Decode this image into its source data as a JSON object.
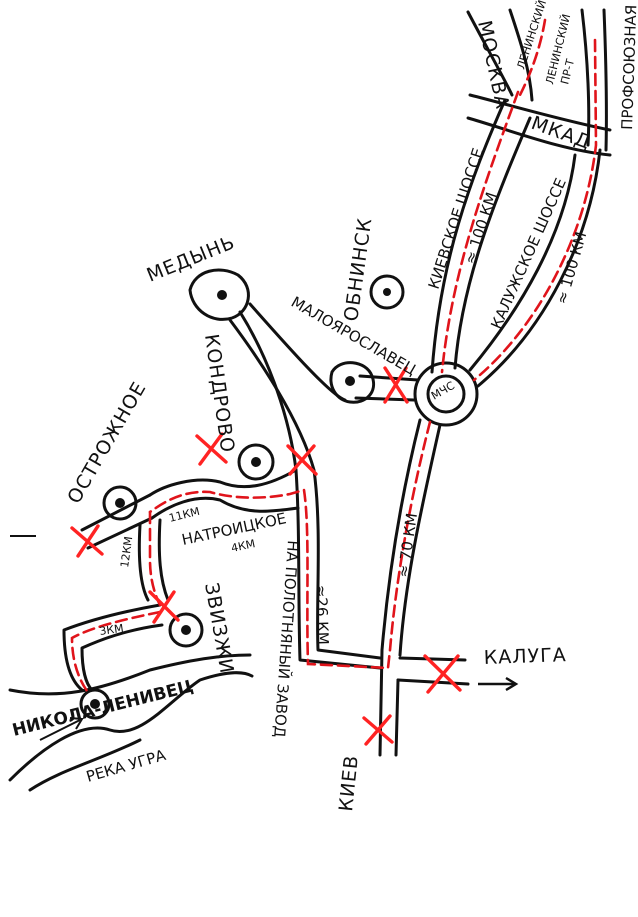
{
  "places": {
    "moskva": "МОСКВА",
    "leninsky": "ЛЕНИНСКИЙ",
    "leninsky_pr": "ЛЕНИНСКИЙ",
    "leninsky_pr2": "ПР-Т",
    "profsoyuznaya": "ПРОФСОЮЗНАЯ",
    "mkad": "МКАД",
    "kievskoe": "КИЕВСКОЕ ШОССЕ",
    "kievskoe_dist": "≈ 100 КМ",
    "kaluzhskoe": "КАЛУЖСКОЕ ШОССЕ",
    "kaluzhskoe_dist": "≈ 100 КМ",
    "obninsk": "ОБНИНСК",
    "medyn": "МЕДЫНЬ",
    "maloyaroslavets": "МАЛОЯРОСЛАВЕЦ",
    "mchs": "МЧС",
    "kondrovo": "КОНДРОВО",
    "ostrozhnoe": "ОСТРОЖНОЕ",
    "natroitskoe": "НАТРОИЦКОЕ",
    "natroitskoe_dist": "4КМ",
    "dist_11": "11КМ",
    "dist_12": "12КМ",
    "dist_3": "3КМ",
    "zvizzhi": "ЗВИЗЖИ",
    "nikola": "НИКОЛА-ЛЕНИВЕЦ",
    "reka": "РЕКА УГРА",
    "poloth": "НА ПОЛОТНЯНЫЙ ЗАВОД",
    "dist_26": "≈26 КМ",
    "dist_70": "≈ 70 КМ",
    "kaluga": "КАЛУГА",
    "kiev": "КИЕВ"
  },
  "colors": {
    "route": "#e0141b",
    "cross": "#ff2323",
    "ink": "#111111"
  }
}
